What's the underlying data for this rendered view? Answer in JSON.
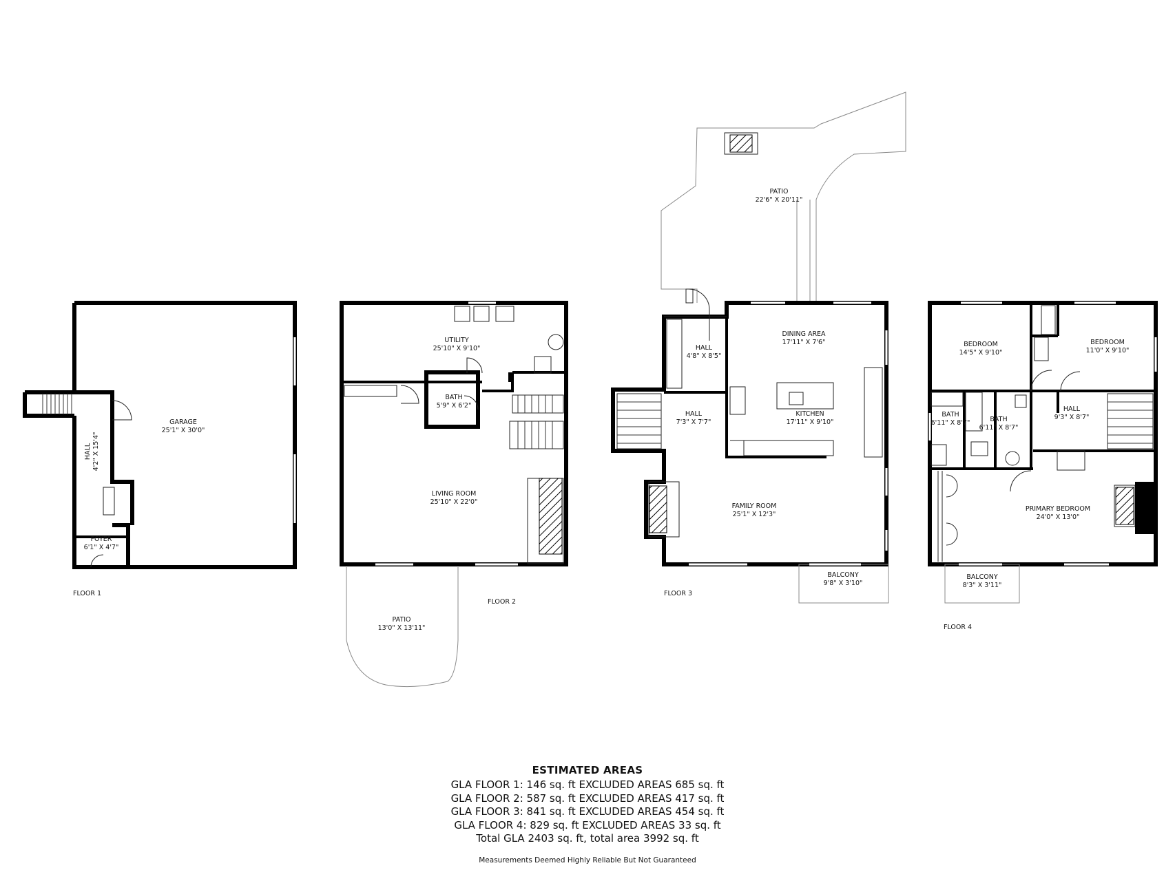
{
  "floors": [
    {
      "label": "FLOOR 1",
      "rooms": [
        {
          "name": "GARAGE",
          "size": "25'1\" X 30'0\""
        },
        {
          "name": "HALL",
          "size": "4'2\" X 15'4\""
        },
        {
          "name": "FOYER",
          "size": "6'1\" X 4'7\""
        }
      ]
    },
    {
      "label": "FLOOR 2",
      "rooms": [
        {
          "name": "UTILITY",
          "size": "25'10\" X 9'10\""
        },
        {
          "name": "BATH",
          "size": "5'9\" X 6'2\""
        },
        {
          "name": "LIVING ROOM",
          "size": "25'10\" X 22'0\""
        },
        {
          "name": "PATIO",
          "size": "13'0\" X 13'11\""
        }
      ]
    },
    {
      "label": "FLOOR 3",
      "rooms": [
        {
          "name": "PATIO",
          "size": "22'6\" X 20'11\""
        },
        {
          "name": "DINING AREA",
          "size": "17'11\" X 7'6\""
        },
        {
          "name": "HALL",
          "size": "4'8\" X 8'5\""
        },
        {
          "name": "HALL",
          "size": "7'3\" X 7'7\""
        },
        {
          "name": "KITCHEN",
          "size": "17'11\" X 9'10\""
        },
        {
          "name": "FAMILY ROOM",
          "size": "25'1\" X 12'3\""
        },
        {
          "name": "BALCONY",
          "size": "9'8\" X 3'10\""
        }
      ]
    },
    {
      "label": "FLOOR 4",
      "rooms": [
        {
          "name": "BEDROOM",
          "size": "14'5\" X 9'10\""
        },
        {
          "name": "BEDROOM",
          "size": "11'0\" X 9'10\""
        },
        {
          "name": "BATH",
          "size": "6'11\" X 8'7\""
        },
        {
          "name": "BATH",
          "size": "6'11\" X 8'7\""
        },
        {
          "name": "HALL",
          "size": "9'3\" X 8'7\""
        },
        {
          "name": "PRIMARY BEDROOM",
          "size": "24'0\" X 13'0\""
        },
        {
          "name": "BALCONY",
          "size": "8'3\" X 3'11\""
        }
      ]
    }
  ],
  "estimated_areas": {
    "title": "ESTIMATED AREAS",
    "lines": [
      "GLA FLOOR 1: 146 sq. ft EXCLUDED AREAS 685 sq. ft",
      "GLA FLOOR 2: 587 sq. ft EXCLUDED AREAS 417 sq. ft",
      "GLA FLOOR 3: 841 sq. ft EXCLUDED AREAS 454 sq. ft",
      "GLA FLOOR 4: 829 sq. ft EXCLUDED AREAS 33 sq. ft",
      "Total GLA 2403 sq. ft, total area 3992 sq. ft"
    ]
  },
  "disclaimer": "Measurements Deemed Highly Reliable But Not Guaranteed"
}
